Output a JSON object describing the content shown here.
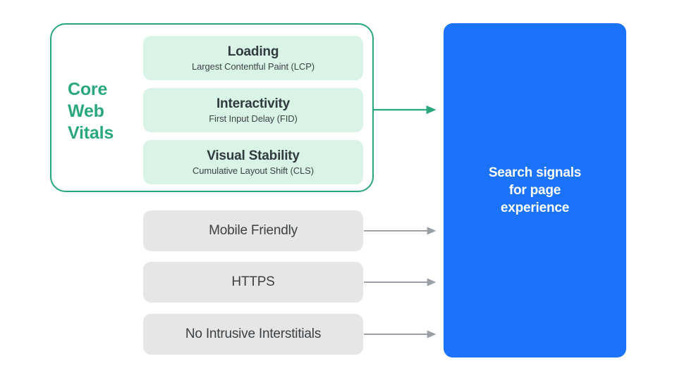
{
  "diagram": {
    "title": "Search signals for page experience",
    "colors": {
      "core_border": "#27a57e",
      "core_label": "#2aa77f",
      "metric_fill": "#d9f4e6",
      "signal_fill": "#e6e6e6",
      "panel_fill": "#1a73f8",
      "green_arrow": "#2aa77f",
      "gray_arrow": "#9aa0a6",
      "text_dark": "#3c4043",
      "text_light": "#ffffff"
    }
  },
  "core_web_vitals": {
    "label": "Core\nWeb\nVitals",
    "metrics": [
      {
        "title": "Loading",
        "sub": "Largest Contentful Paint (LCP)"
      },
      {
        "title": "Interactivity",
        "sub": "First Input Delay (FID)"
      },
      {
        "title": "Visual Stability",
        "sub": "Cumulative Layout Shift (CLS)"
      }
    ]
  },
  "other_signals": [
    {
      "label": "Mobile Friendly"
    },
    {
      "label": "HTTPS"
    },
    {
      "label": "No Intrusive Interstitials"
    }
  ],
  "output_panel": {
    "text": "Search signals\nfor page\nexperience"
  },
  "arrows": [
    {
      "name": "core-web-vitals-arrow",
      "color": "#2aa77f"
    },
    {
      "name": "mobile-friendly-arrow",
      "color": "#9aa0a6"
    },
    {
      "name": "https-arrow",
      "color": "#9aa0a6"
    },
    {
      "name": "no-intrusive-interstitials-arrow",
      "color": "#9aa0a6"
    }
  ]
}
